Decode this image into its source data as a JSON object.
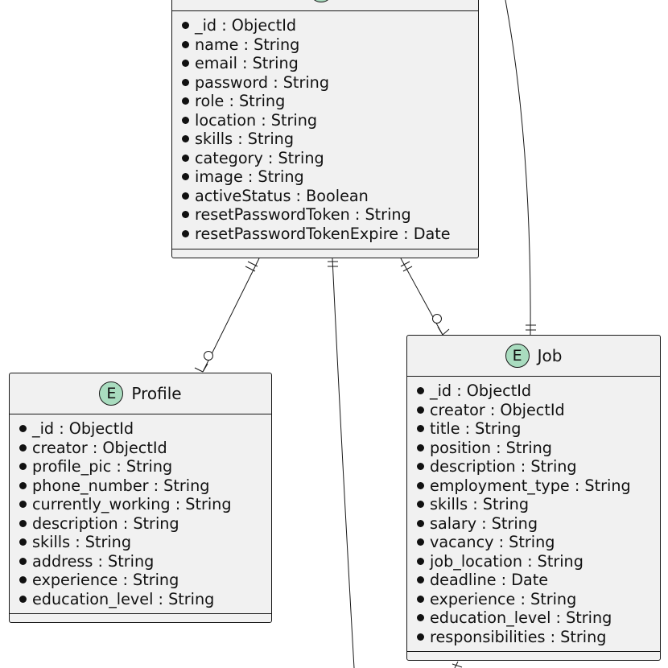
{
  "entities": {
    "user": {
      "badge": "E",
      "name": "",
      "attributes": [
        "_id : ObjectId",
        "name : String",
        "email : String",
        "password : String",
        "role : String",
        "location : String",
        "skills : String",
        "category : String",
        "image : String",
        "activeStatus : Boolean",
        "resetPasswordToken : String",
        "resetPasswordTokenExpire : Date"
      ]
    },
    "profile": {
      "badge": "E",
      "name": "Profile",
      "attributes": [
        "_id : ObjectId",
        "creator : ObjectId",
        "profile_pic : String",
        "phone_number : String",
        "currently_working : String",
        "description : String",
        "skills : String",
        "address : String",
        "experience : String",
        "education_level : String"
      ]
    },
    "job": {
      "badge": "E",
      "name": "Job",
      "attributes": [
        "_id : ObjectId",
        "creator : ObjectId",
        "title : String",
        "position : String",
        "description : String",
        "employment_type : String",
        "skills : String",
        "salary : String",
        "vacancy : String",
        "job_location : String",
        "deadline : Date",
        "experience : String",
        "education_level : String",
        "responsibilities : String"
      ]
    }
  },
  "relationships": [
    {
      "from": "user",
      "to": "profile",
      "from_cardinality": "exactly-one",
      "to_cardinality": "zero-or-many"
    },
    {
      "from": "user",
      "to": "job",
      "from_cardinality": "exactly-one",
      "to_cardinality": "zero-or-many"
    },
    {
      "from": "user",
      "to": "off-screen entity",
      "from_cardinality": "exactly-one",
      "to_cardinality": "not visible"
    },
    {
      "from": "off-screen entity",
      "to": "job",
      "from_cardinality": "not visible",
      "to_cardinality": "exactly-one"
    },
    {
      "from": "job",
      "to": "off-screen entity",
      "from_cardinality": "not visible",
      "to_cardinality": "not visible"
    }
  ],
  "colors": {
    "entity_fill": "#f1f1f1",
    "badge_fill": "#a9dcbf",
    "line": "#181818"
  }
}
